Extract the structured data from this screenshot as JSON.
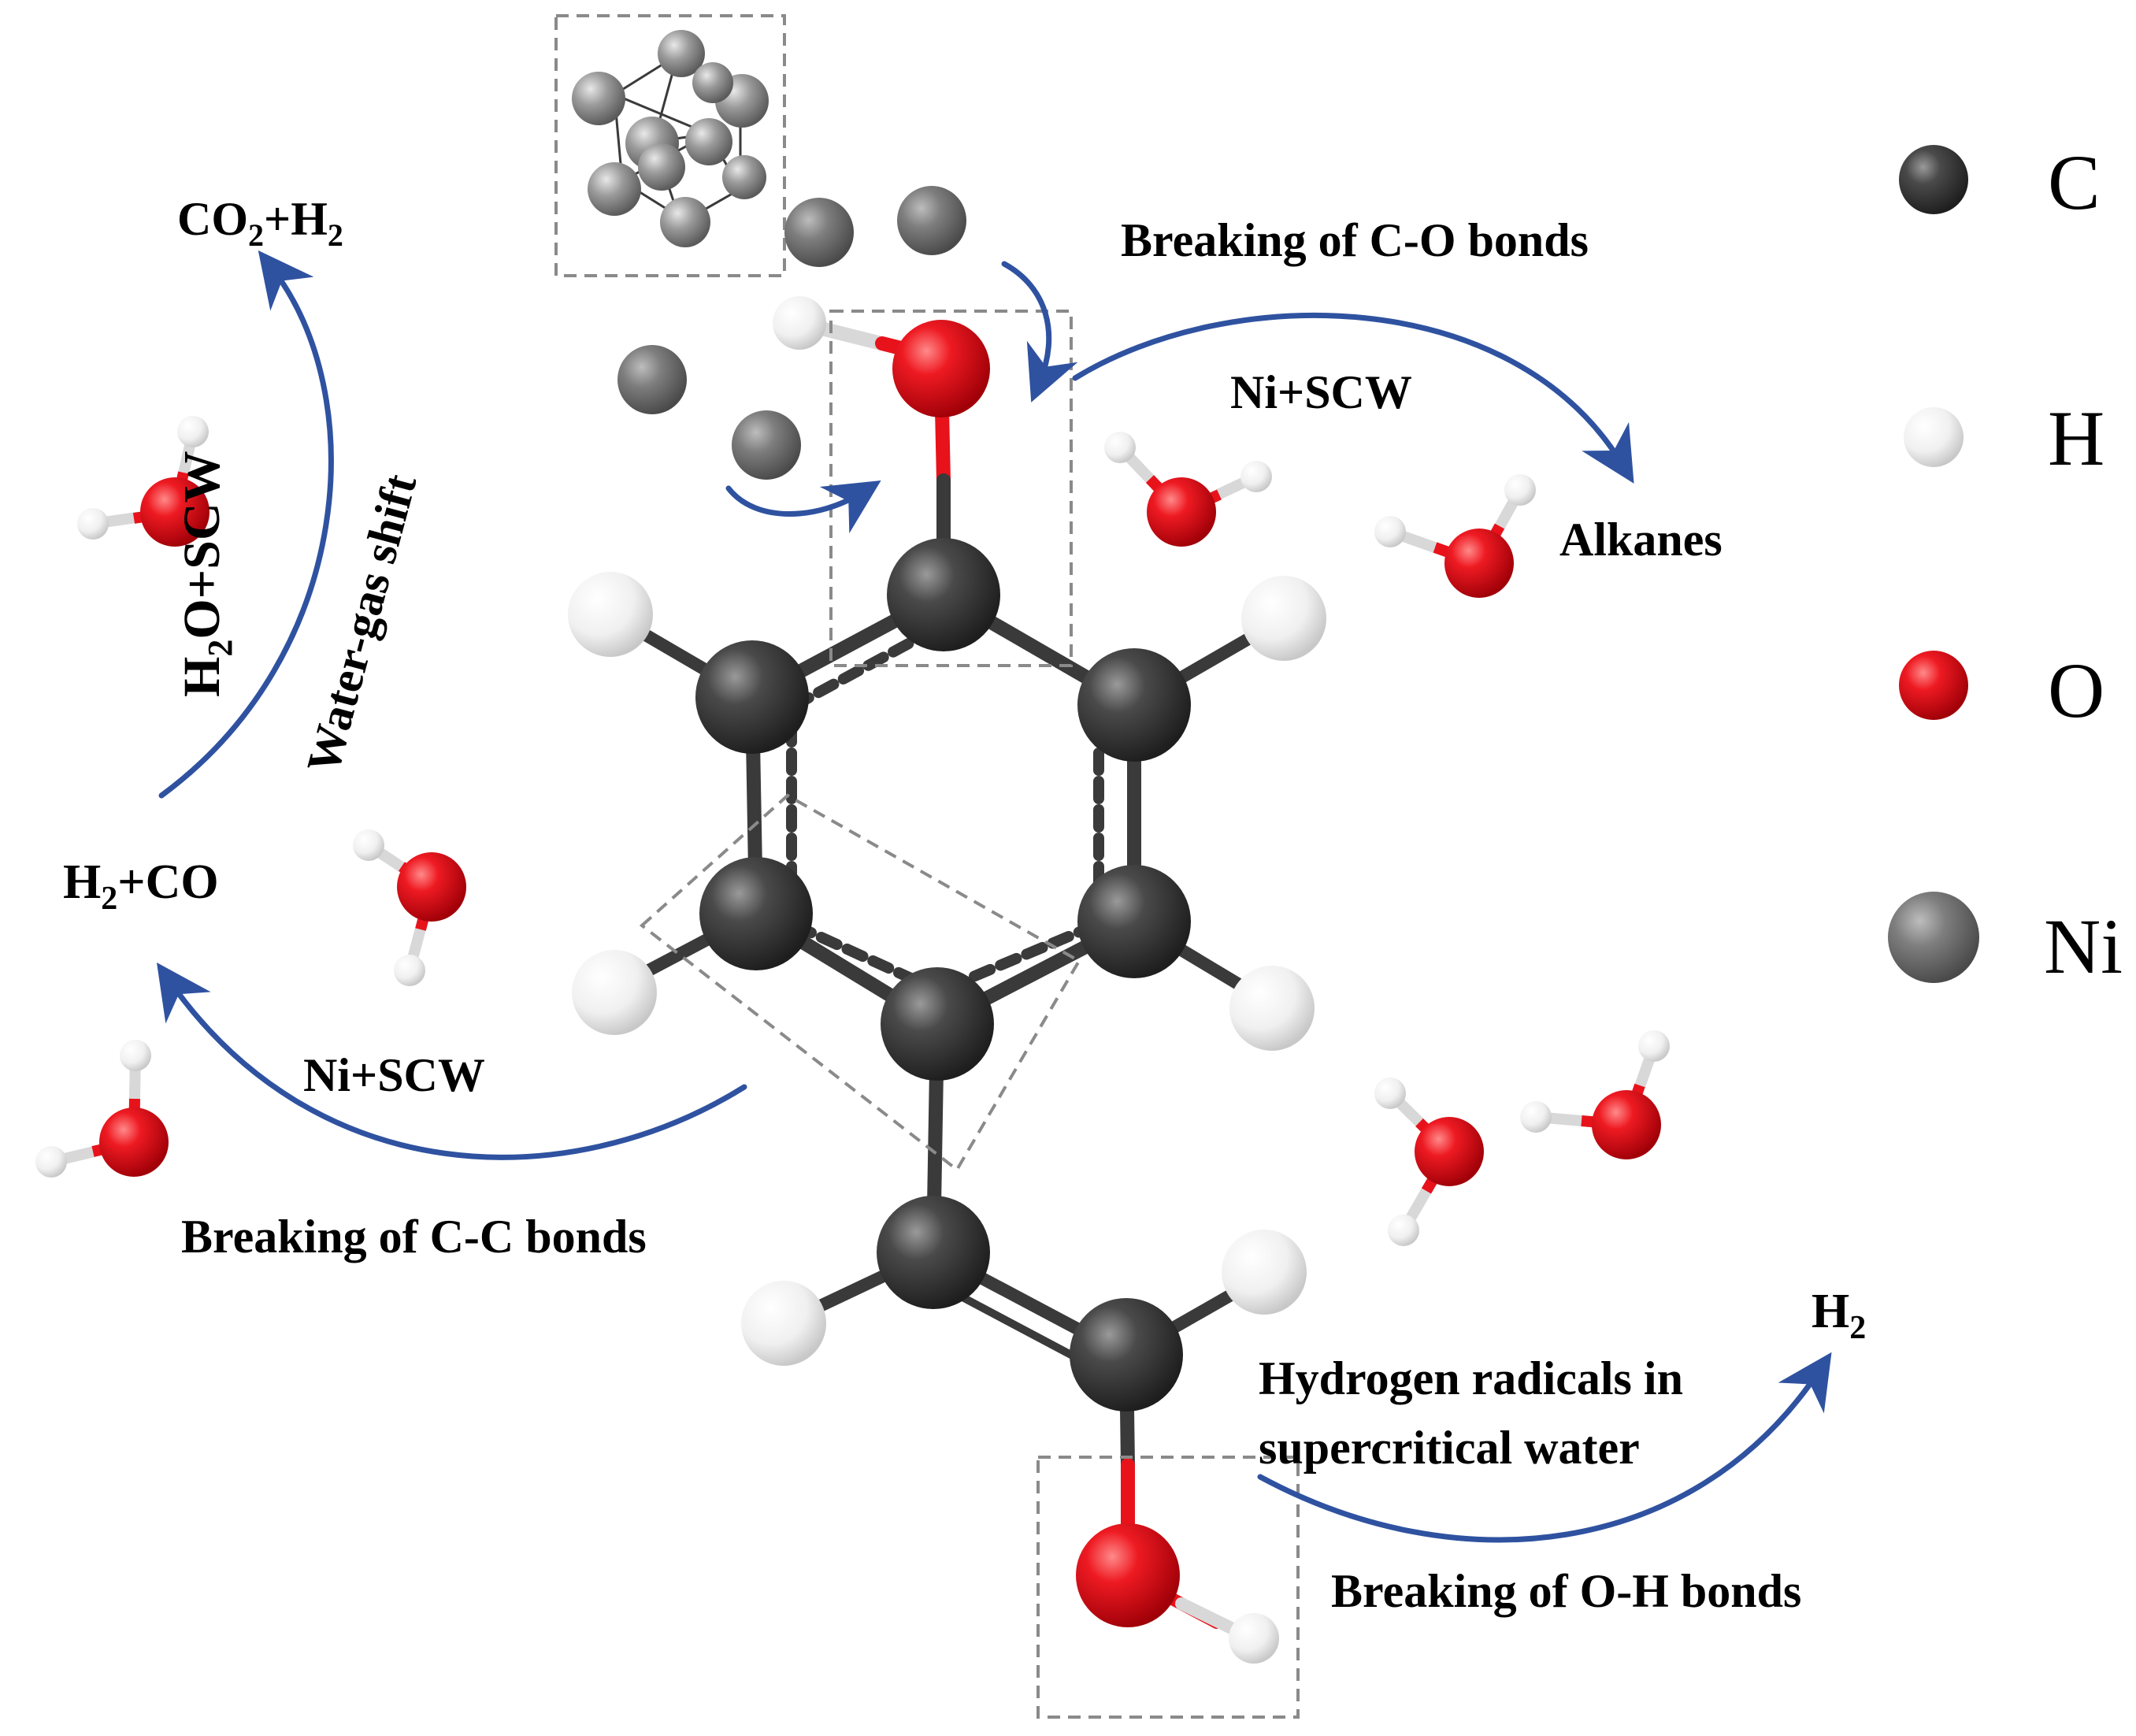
{
  "colors": {
    "carbon": "#3a3a3a",
    "hydrogen": "#f2f2f2",
    "oxygen": "#e8121b",
    "nickel": "#7a7a7a",
    "arrow": "#2f52a0",
    "dashed_box": "#8a8a8a",
    "bond_co": "#e8121b"
  },
  "labels": {
    "co2_h2": {
      "main": "CO",
      "sub1": "2",
      "mid": "+H",
      "sub2": "2"
    },
    "breaking_co": "Breaking of C-O bonds",
    "ni_scw_top": "Ni+SCW",
    "alkanes": "Alkanes",
    "h2o_scw": {
      "a": "H",
      "sub": "2",
      "b": "O+SCW"
    },
    "water_gas_shift": "Water-gas shift",
    "h2_co": {
      "a": "H",
      "sub": "2",
      "b": "+CO"
    },
    "ni_scw_left": "Ni+SCW",
    "breaking_cc": "Breaking of C-C bonds",
    "h2_product": {
      "a": "H",
      "sub": "2"
    },
    "hydrogen_radicals_1": "Hydrogen radicals in",
    "hydrogen_radicals_2": "supercritical water",
    "breaking_oh": "Breaking of O-H bonds"
  },
  "legend": [
    {
      "element": "carbon",
      "symbol": "C",
      "icon": "carbon-atom-icon"
    },
    {
      "element": "hydrogen",
      "symbol": "H",
      "icon": "hydrogen-atom-icon"
    },
    {
      "element": "oxygen",
      "symbol": "O",
      "icon": "oxygen-atom-icon"
    },
    {
      "element": "nickel",
      "symbol": "Ni",
      "icon": "nickel-atom-icon"
    }
  ]
}
